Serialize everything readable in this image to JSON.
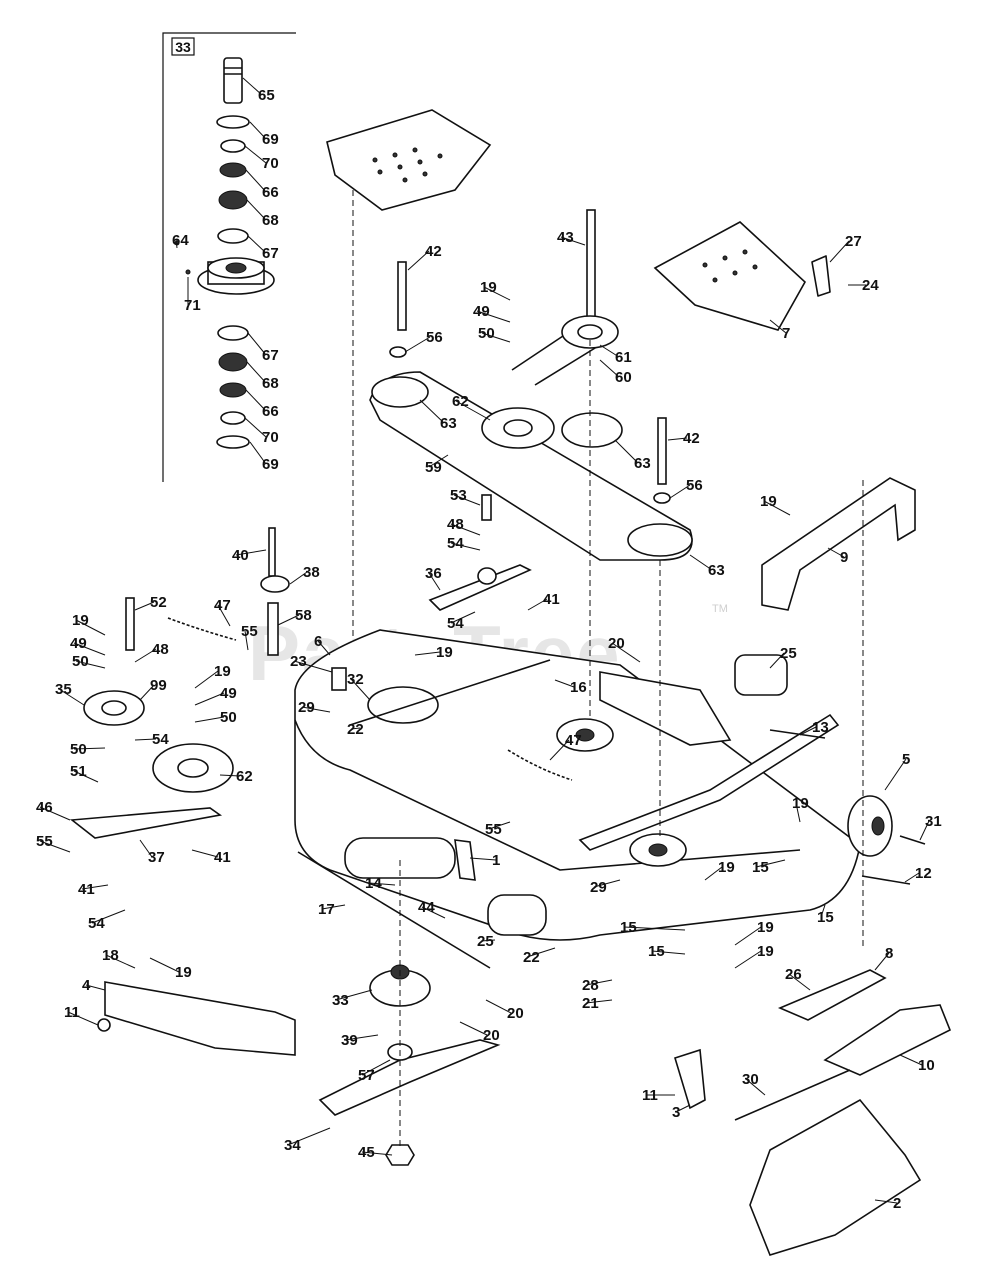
{
  "watermark": {
    "text": "PartsTree",
    "tm": "TM"
  },
  "inset": {
    "tag": "33"
  },
  "callouts": [
    {
      "id": "c65",
      "label": "65"
    },
    {
      "id": "c69a",
      "label": "69"
    },
    {
      "id": "c70a",
      "label": "70"
    },
    {
      "id": "c66a",
      "label": "66"
    },
    {
      "id": "c68a",
      "label": "68"
    },
    {
      "id": "c67a",
      "label": "67"
    },
    {
      "id": "c64",
      "label": "64"
    },
    {
      "id": "c71",
      "label": "71"
    },
    {
      "id": "c67b",
      "label": "67"
    },
    {
      "id": "c68b",
      "label": "68"
    },
    {
      "id": "c66b",
      "label": "66"
    },
    {
      "id": "c70b",
      "label": "70"
    },
    {
      "id": "c69b",
      "label": "69"
    },
    {
      "id": "c43",
      "label": "43"
    },
    {
      "id": "c42a",
      "label": "42"
    },
    {
      "id": "c27",
      "label": "27"
    },
    {
      "id": "c24",
      "label": "24"
    },
    {
      "id": "c19a",
      "label": "19"
    },
    {
      "id": "c49a",
      "label": "49"
    },
    {
      "id": "c50a",
      "label": "50"
    },
    {
      "id": "c56a",
      "label": "56"
    },
    {
      "id": "c61",
      "label": "61"
    },
    {
      "id": "c7",
      "label": "7"
    },
    {
      "id": "c60",
      "label": "60"
    },
    {
      "id": "c63a",
      "label": "63"
    },
    {
      "id": "c62a",
      "label": "62"
    },
    {
      "id": "c42b",
      "label": "42"
    },
    {
      "id": "c59",
      "label": "59"
    },
    {
      "id": "c63b",
      "label": "63"
    },
    {
      "id": "c56b",
      "label": "56"
    },
    {
      "id": "c53",
      "label": "53"
    },
    {
      "id": "c19b",
      "label": "19"
    },
    {
      "id": "c48a",
      "label": "48"
    },
    {
      "id": "c9",
      "label": "9"
    },
    {
      "id": "c54a",
      "label": "54"
    },
    {
      "id": "c63c",
      "label": "63"
    },
    {
      "id": "c36",
      "label": "36"
    },
    {
      "id": "c40",
      "label": "40"
    },
    {
      "id": "c38",
      "label": "38"
    },
    {
      "id": "c41a",
      "label": "41"
    },
    {
      "id": "c54b",
      "label": "54"
    },
    {
      "id": "c52",
      "label": "52"
    },
    {
      "id": "c47a",
      "label": "47"
    },
    {
      "id": "c58",
      "label": "58"
    },
    {
      "id": "c19c",
      "label": "19"
    },
    {
      "id": "c55a",
      "label": "55"
    },
    {
      "id": "c6",
      "label": "6"
    },
    {
      "id": "c19d",
      "label": "19"
    },
    {
      "id": "c20a",
      "label": "20"
    },
    {
      "id": "c25a",
      "label": "25"
    },
    {
      "id": "c49b",
      "label": "49"
    },
    {
      "id": "c48b",
      "label": "48"
    },
    {
      "id": "c50b",
      "label": "50"
    },
    {
      "id": "c23",
      "label": "23"
    },
    {
      "id": "c16",
      "label": "16"
    },
    {
      "id": "c19e",
      "label": "19"
    },
    {
      "id": "c35",
      "label": "35"
    },
    {
      "id": "c99",
      "label": "99"
    },
    {
      "id": "c32",
      "label": "32"
    },
    {
      "id": "c49c",
      "label": "49"
    },
    {
      "id": "c50c",
      "label": "50"
    },
    {
      "id": "c29a",
      "label": "29"
    },
    {
      "id": "c13",
      "label": "13"
    },
    {
      "id": "c50d",
      "label": "50"
    },
    {
      "id": "c54c",
      "label": "54"
    },
    {
      "id": "c22a",
      "label": "22"
    },
    {
      "id": "c51",
      "label": "51"
    },
    {
      "id": "c62b",
      "label": "62"
    },
    {
      "id": "c47b",
      "label": "47"
    },
    {
      "id": "c5",
      "label": "5"
    },
    {
      "id": "c46",
      "label": "46"
    },
    {
      "id": "c19f",
      "label": "19"
    },
    {
      "id": "c31",
      "label": "31"
    },
    {
      "id": "c55b",
      "label": "55"
    },
    {
      "id": "c37",
      "label": "37"
    },
    {
      "id": "c41b",
      "label": "41"
    },
    {
      "id": "c55c",
      "label": "55"
    },
    {
      "id": "c1",
      "label": "1"
    },
    {
      "id": "c19g",
      "label": "19"
    },
    {
      "id": "c15a",
      "label": "15"
    },
    {
      "id": "c12",
      "label": "12"
    },
    {
      "id": "c29b",
      "label": "29"
    },
    {
      "id": "c41c",
      "label": "41"
    },
    {
      "id": "c14",
      "label": "14"
    },
    {
      "id": "c15b",
      "label": "15"
    },
    {
      "id": "c17",
      "label": "17"
    },
    {
      "id": "c44",
      "label": "44"
    },
    {
      "id": "c54d",
      "label": "54"
    },
    {
      "id": "c15c",
      "label": "15"
    },
    {
      "id": "c19h",
      "label": "19"
    },
    {
      "id": "c25b",
      "label": "25"
    },
    {
      "id": "c15d",
      "label": "15"
    },
    {
      "id": "c19i",
      "label": "19"
    },
    {
      "id": "c22b",
      "label": "22"
    },
    {
      "id": "c8",
      "label": "8"
    },
    {
      "id": "c18",
      "label": "18"
    },
    {
      "id": "c19j",
      "label": "19"
    },
    {
      "id": "c4",
      "label": "4"
    },
    {
      "id": "c26",
      "label": "26"
    },
    {
      "id": "c28",
      "label": "28"
    },
    {
      "id": "c21",
      "label": "21"
    },
    {
      "id": "c11a",
      "label": "11"
    },
    {
      "id": "c33",
      "label": "33"
    },
    {
      "id": "c20b",
      "label": "20"
    },
    {
      "id": "c20c",
      "label": "20"
    },
    {
      "id": "c10",
      "label": "10"
    },
    {
      "id": "c39",
      "label": "39"
    },
    {
      "id": "c57",
      "label": "57"
    },
    {
      "id": "c30",
      "label": "30"
    },
    {
      "id": "c11b",
      "label": "11"
    },
    {
      "id": "c3",
      "label": "3"
    },
    {
      "id": "c34",
      "label": "34"
    },
    {
      "id": "c45",
      "label": "45"
    },
    {
      "id": "c2",
      "label": "2"
    }
  ]
}
